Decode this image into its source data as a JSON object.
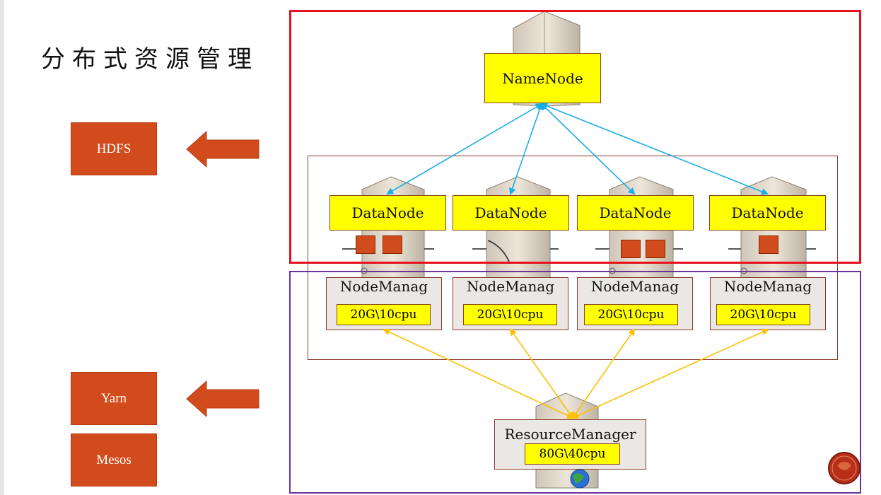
{
  "slide": {
    "title": "分布式资源管理",
    "labels": {
      "hdfs": "HDFS",
      "yarn": "Yarn",
      "mesos": "Mesos"
    }
  },
  "cluster": {
    "namenode": "NameNode",
    "datanodes": [
      "DataNode",
      "DataNode",
      "DataNode",
      "DataNode"
    ],
    "nodemanagers": [
      {
        "label": "NodeManag",
        "resource": "20G\\10cpu"
      },
      {
        "label": "NodeManag",
        "resource": "20G\\10cpu"
      },
      {
        "label": "NodeManag",
        "resource": "20G\\10cpu"
      },
      {
        "label": "NodeManag",
        "resource": "20G\\10cpu"
      }
    ],
    "resourcemanager": {
      "label": "ResourceManager",
      "resource": "80G\\40cpu"
    }
  },
  "colors": {
    "hdfs_frame": "#e8101a",
    "yarn_frame": "#7030a0",
    "node_fill": "#ffff00",
    "block_fill": "#d24b1c",
    "hdfs_link": "#19aee8",
    "yarn_link": "#ffc000"
  }
}
